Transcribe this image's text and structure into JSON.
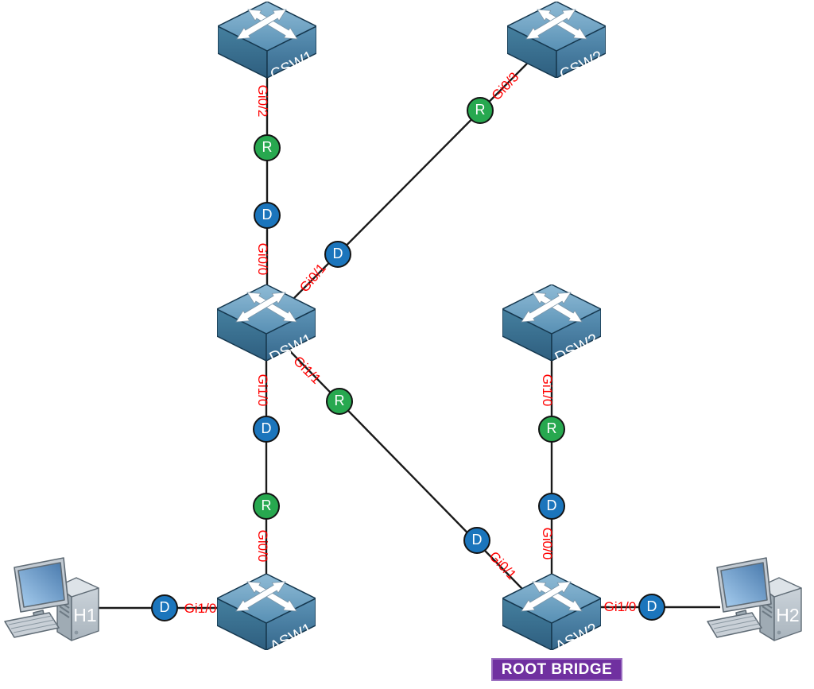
{
  "devices": {
    "csw1": {
      "name": "CSW1",
      "type": "switch"
    },
    "csw2": {
      "name": "CSW2",
      "type": "switch"
    },
    "dsw1": {
      "name": "DSW1",
      "type": "switch"
    },
    "dsw2": {
      "name": "DSW2",
      "type": "switch"
    },
    "asw1": {
      "name": "ASW1",
      "type": "switch"
    },
    "asw2": {
      "name": "ASW2",
      "type": "switch"
    },
    "h1": {
      "name": "H1",
      "type": "host"
    },
    "h2": {
      "name": "H2",
      "type": "host"
    }
  },
  "root_bridge_label": "ROOT BRIDGE",
  "links": [
    {
      "name": "csw1-dsw1",
      "ends": [
        {
          "device": "CSW1",
          "port": "Gi0/2",
          "role": "R"
        },
        {
          "device": "DSW1",
          "port": "Gi0/0",
          "role": "D"
        }
      ]
    },
    {
      "name": "csw2-dsw1",
      "ends": [
        {
          "device": "CSW2",
          "port": "Gi0/3",
          "role": "R"
        },
        {
          "device": "DSW1",
          "port": "Gi0/1",
          "role": "D"
        }
      ]
    },
    {
      "name": "dsw1-asw1",
      "ends": [
        {
          "device": "DSW1",
          "port": "Gi1/0",
          "role": "D"
        },
        {
          "device": "ASW1",
          "port": "Gi0/0",
          "role": "R"
        }
      ]
    },
    {
      "name": "dsw1-asw2",
      "ends": [
        {
          "device": "DSW1",
          "port": "Gi1/1",
          "role": "R"
        },
        {
          "device": "ASW2",
          "port": "Gi0/1",
          "role": "D"
        }
      ]
    },
    {
      "name": "dsw2-asw2",
      "ends": [
        {
          "device": "DSW2",
          "port": "Gi1/0",
          "role": "R"
        },
        {
          "device": "ASW2",
          "port": "Gi0/0",
          "role": "D"
        }
      ]
    },
    {
      "name": "asw1-h1",
      "ends": [
        {
          "device": "ASW1",
          "port": "Gi1/0",
          "role": "D"
        },
        {
          "device": "H1"
        }
      ]
    },
    {
      "name": "asw2-h2",
      "ends": [
        {
          "device": "ASW2",
          "port": "Gi1/0",
          "role": "D"
        },
        {
          "device": "H2"
        }
      ]
    }
  ],
  "badge_icon_semantics": {
    "R": "root-port-badge",
    "D": "designated-port-badge"
  },
  "colors": {
    "root_port_badge": "#27A84F",
    "designated_port_badge": "#1B75BC",
    "port_label": "#FF0000",
    "root_bridge_bg": "#7030A0",
    "link_line": "#1A1A1A"
  }
}
